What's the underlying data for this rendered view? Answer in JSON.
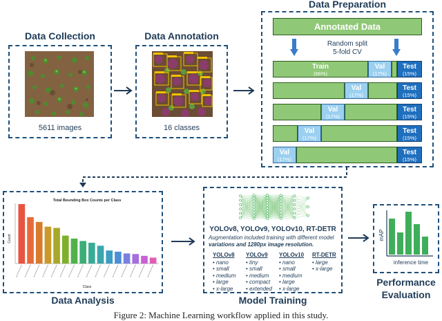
{
  "collection": {
    "title": "Data Collection",
    "caption": "5611 images"
  },
  "annotation": {
    "title": "Data Annotation",
    "caption": "16 classes"
  },
  "preparation": {
    "title": "Data Preparation",
    "header": "Annotated Data",
    "split_line1": "Random split",
    "split_line2": "5-fold CV",
    "train_label": "Train",
    "train_pct": "(66%)",
    "val_label": "Val",
    "val_pct": "(17%)",
    "test_label": "Test",
    "test_pct": "(15%)"
  },
  "analysis": {
    "title": "Data Analysis",
    "chart_title": "Total Bounding Box Counts per Class"
  },
  "training": {
    "title": "Model Training",
    "models": "YOLOv8, YOLOv9, YOLOv10, RT-DETR",
    "desc_line1": "Augmentation included training with different model",
    "desc_line2": "variations and 1280px image resolution.",
    "columns": [
      {
        "name": "YOLOv8",
        "items": [
          "nano",
          "small",
          "medium",
          "large",
          "x-large"
        ]
      },
      {
        "name": "YOLOv9",
        "items": [
          "tiny",
          "small",
          "medium",
          "compact",
          "extended"
        ]
      },
      {
        "name": "YOLOv10",
        "items": [
          "nano",
          "small",
          "medium",
          "large",
          "x-large"
        ]
      },
      {
        "name": "RT-DETR",
        "items": [
          "large",
          "x-large"
        ]
      }
    ]
  },
  "performance": {
    "title_line1": "Performance",
    "title_line2": "Evaluation",
    "ylabel": "mAP",
    "xlabel": "inference time"
  },
  "figure_caption": "Figure 2: Machine Learning workflow applied in this study.",
  "chart_data": {
    "type": "bar",
    "title": "Total Bounding Box Counts per Class",
    "xlabel": "Class",
    "ylabel": "Count",
    "values": [
      100,
      78,
      70,
      62,
      60,
      47,
      42,
      38,
      35,
      30,
      22,
      20,
      17,
      16,
      13,
      10
    ],
    "colors": [
      "#e8543f",
      "#e86a3a",
      "#d97b2c",
      "#c99a2a",
      "#a8a82a",
      "#7fb02c",
      "#4fb24a",
      "#3aae76",
      "#38ab95",
      "#3aa6ad",
      "#3d9ec3",
      "#4c8fd6",
      "#7a7fe0",
      "#a46fe0",
      "#c762d6",
      "#e05fb4"
    ]
  }
}
